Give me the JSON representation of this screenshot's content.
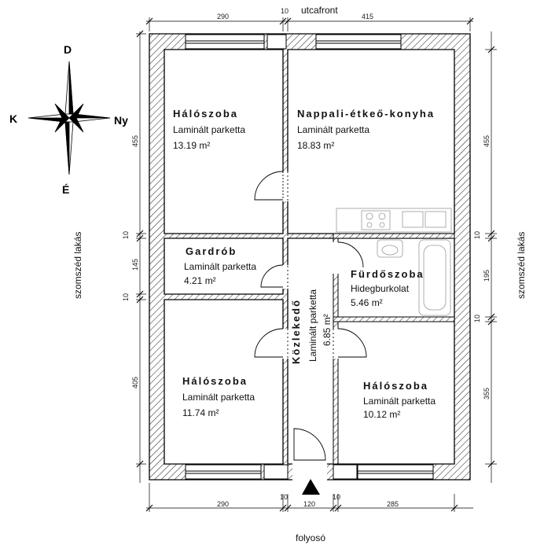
{
  "compass": {
    "north": "D",
    "south": "É",
    "west": "K",
    "east": "Ny"
  },
  "labels": {
    "top": "utcafront",
    "bottom": "folyosó",
    "left": "szomszéd lakás",
    "right": "szomszéd lakás"
  },
  "dims": {
    "top": [
      "290",
      "10",
      "415"
    ],
    "bottom": [
      "290",
      "10",
      "120",
      "10",
      "285"
    ],
    "left": [
      "455",
      "10",
      "145",
      "10",
      "405"
    ],
    "right": [
      "455",
      "10",
      "195",
      "10",
      "355"
    ]
  },
  "rooms": {
    "bed1": {
      "name": "Hálószoba",
      "floor": "Laminált parketta",
      "area": "13.19 m²"
    },
    "living": {
      "name": "Nappali-étkeő-konyha",
      "floor": "Laminált parketta",
      "area": "18.83 m²"
    },
    "wardrobe": {
      "name": "Gardrób",
      "floor": "Laminált parketta",
      "area": "4.21 m²"
    },
    "bath": {
      "name": "Fürdőszoba",
      "floor": "Hidegburkolat",
      "area": "5.46 m²"
    },
    "hall": {
      "name": "Közlekedő",
      "floor": "Laminált parketta",
      "area": "6.85 m²"
    },
    "bed2": {
      "name": "Hálószoba",
      "floor": "Laminált parketta",
      "area": "11.74 m²"
    },
    "bed3": {
      "name": "Hálószoba",
      "floor": "Laminált parketta",
      "area": "10.12 m²"
    }
  }
}
